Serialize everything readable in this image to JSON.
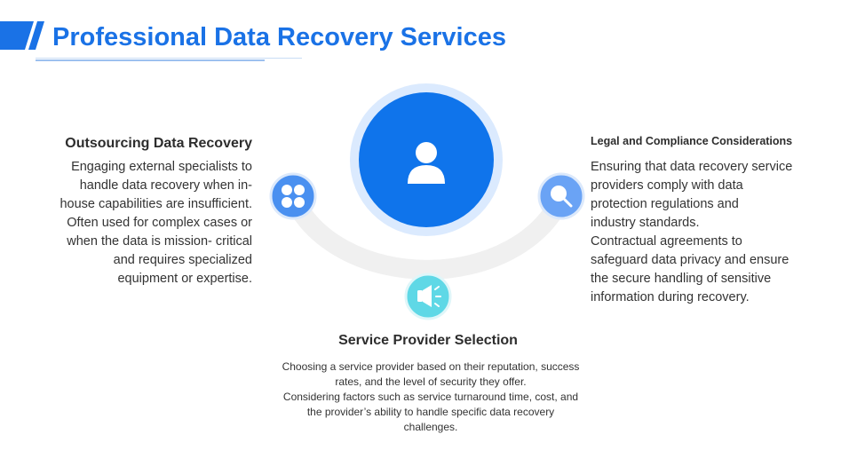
{
  "header": {
    "title": "Professional Data Recovery Services"
  },
  "colors": {
    "title_blue": "#1a72e6",
    "center_circle": "#0f74eb",
    "center_halo": "#dbeafe",
    "left_icon_bg": "#4a90f0",
    "right_icon_bg": "#6aa3f5",
    "bottom_icon_bg": "#5fd8e6",
    "arc_track": "#f0f0f0"
  },
  "center": {
    "icon": "user-icon"
  },
  "left_section": {
    "icon": "apps-grid-icon",
    "title": "Outsourcing Data Recovery",
    "lines": [
      "Engaging external specialists to",
      "handle data recovery when in-",
      "house capabilities are insufficient.",
      "Often used for complex cases or",
      "when the data is mission- critical",
      "and requires specialized",
      "equipment or expertise."
    ]
  },
  "right_section": {
    "icon": "search-icon",
    "title": "Legal and Compliance Considerations",
    "lines": [
      "Ensuring that data recovery service",
      "providers comply with data",
      "protection regulations and",
      "industry standards.",
      "Contractual agreements to",
      "safeguard data privacy and ensure",
      "the secure handling of sensitive",
      "information during recovery."
    ]
  },
  "bottom_section": {
    "icon": "megaphone-icon",
    "title": "Service Provider Selection",
    "lines": [
      "Choosing a service provider based on their reputation, success",
      "rates, and the level of security they offer.",
      "Considering factors such as service turnaround time, cost, and",
      "the provider’s ability to handle specific data recovery",
      "challenges."
    ]
  }
}
